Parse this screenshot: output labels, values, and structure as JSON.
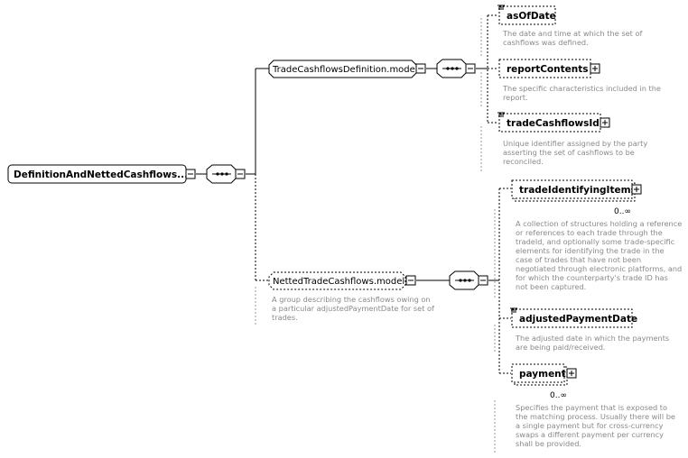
{
  "root": {
    "label": "DefinitionAndNettedCashflows...."
  },
  "groups": {
    "definition": {
      "label": "TradeCashflowsDefinition.model"
    },
    "netted": {
      "label": "NettedTradeCashflows.model",
      "doc": [
        "A group describing the cashflows owing on",
        "a particular adjustedPaymentDate for set of",
        "trades."
      ]
    }
  },
  "elements": {
    "asOfDate": {
      "label": "asOfDate",
      "doc": [
        "The date and time at which the set of",
        "cashflows was defined."
      ]
    },
    "reportContents": {
      "label": "reportContents",
      "doc": [
        "The specific characteristics included in the",
        "report."
      ]
    },
    "tradeCashflowsId": {
      "label": "tradeCashflowsId",
      "doc": [
        "Unique identifier assigned by the party",
        "asserting the set of cashflows to be",
        "reconciled."
      ]
    },
    "tradeIdentifyingItems": {
      "label": "tradeIdentifyingItems",
      "occurrence": "0..∞",
      "doc": [
        "A collection of structures holding a reference",
        "or references to each trade through the",
        "tradeId, and optionally some trade-specific",
        "elements for identifying the trade in the",
        "case of trades that have not been",
        "negotiated through electronic platforms, and",
        "for which the counterparty's trade ID has",
        "not been captured."
      ]
    },
    "adjustedPaymentDate": {
      "label": "adjustedPaymentDate",
      "doc": [
        "The adjusted date in which the payments",
        "are being paid/received."
      ]
    },
    "payment": {
      "label": "payment",
      "occurrence": "0..∞",
      "doc": [
        "Specifies the payment that is exposed to",
        "the matching process. Usually there will be",
        "a single payment but for cross-currency",
        "swaps a different payment per currency",
        "shall be provided."
      ]
    }
  },
  "icons": {
    "sequence": "sequence-compositor-icon",
    "collapse": "minus-toggle-icon",
    "expand": "plus-toggle-icon",
    "element": "element-icon"
  }
}
